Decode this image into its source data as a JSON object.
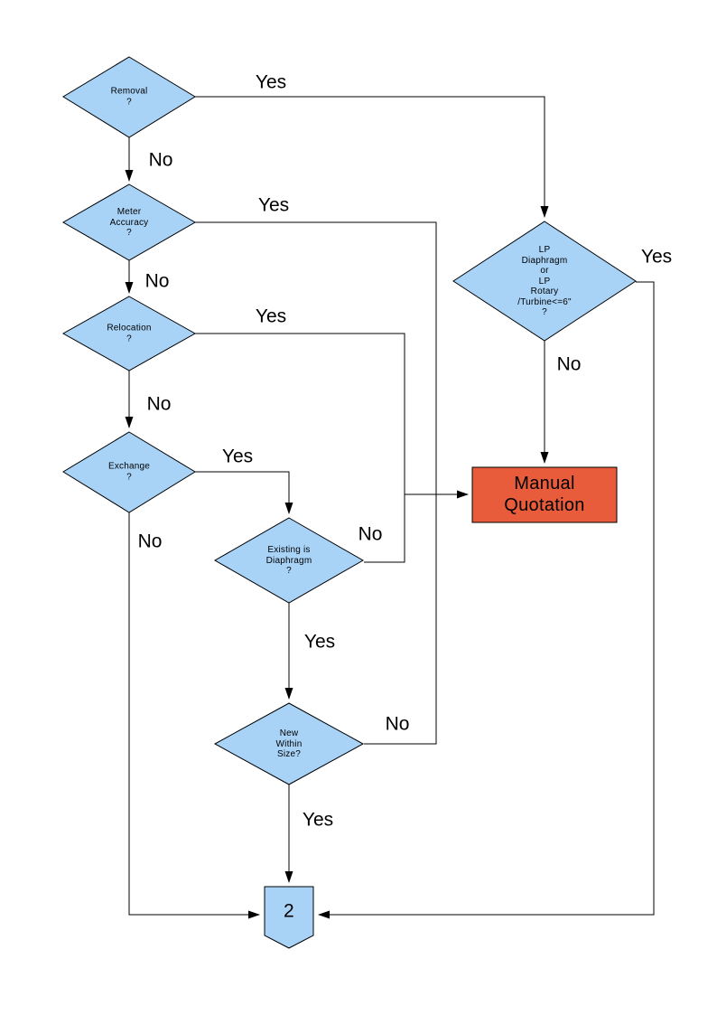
{
  "diagram": {
    "type": "flowchart",
    "background": "#FFFFFF",
    "colors": {
      "decision_fill": "#A8D3F7",
      "terminal_fill": "#E85C3C",
      "stroke": "#000000",
      "text": "#000000"
    },
    "nodes": {
      "removal": {
        "shape": "decision",
        "label": "Removal\n?"
      },
      "meter_accuracy": {
        "shape": "decision",
        "label": "Meter\nAccuracy\n?"
      },
      "relocation": {
        "shape": "decision",
        "label": "Relocation\n?"
      },
      "exchange": {
        "shape": "decision",
        "label": "Exchange\n?"
      },
      "existing_diaphragm": {
        "shape": "decision",
        "label": "Existing is\nDiaphragm\n?"
      },
      "new_within_size": {
        "shape": "decision",
        "label": "New\nWithin\nSize?"
      },
      "lp_type": {
        "shape": "decision",
        "label": "LP\nDiaphragm\nor\nLP\nRotary\n/Turbine<=6\"\n?"
      },
      "manual_quotation": {
        "shape": "terminal",
        "label": "Manual\nQuotation"
      },
      "connector_2": {
        "shape": "off-page-connector",
        "label": "2"
      }
    },
    "edges": {
      "removal_yes": {
        "label": "Yes",
        "from": "removal",
        "to": "lp_type"
      },
      "removal_no": {
        "label": "No",
        "from": "removal",
        "to": "meter_accuracy"
      },
      "meter_accuracy_yes": {
        "label": "Yes",
        "from": "meter_accuracy",
        "to": "manual_quotation"
      },
      "meter_accuracy_no": {
        "label": "No",
        "from": "meter_accuracy",
        "to": "relocation"
      },
      "relocation_yes": {
        "label": "Yes",
        "from": "relocation",
        "to": "manual_quotation"
      },
      "relocation_no": {
        "label": "No",
        "from": "relocation",
        "to": "exchange"
      },
      "exchange_yes": {
        "label": "Yes",
        "from": "exchange",
        "to": "existing_diaphragm"
      },
      "exchange_no": {
        "label": "No",
        "from": "exchange",
        "to": "connector_2"
      },
      "existing_diaphragm_yes": {
        "label": "Yes",
        "from": "existing_diaphragm",
        "to": "new_within_size"
      },
      "existing_diaphragm_no": {
        "label": "No",
        "from": "existing_diaphragm",
        "to": "manual_quotation"
      },
      "new_within_size_yes": {
        "label": "Yes",
        "from": "new_within_size",
        "to": "connector_2"
      },
      "new_within_size_no": {
        "label": "No",
        "from": "new_within_size",
        "to": "manual_quotation"
      },
      "lp_yes": {
        "label": "Yes",
        "from": "lp_type",
        "to": "connector_2"
      },
      "lp_no": {
        "label": "No",
        "from": "lp_type",
        "to": "manual_quotation"
      }
    }
  }
}
